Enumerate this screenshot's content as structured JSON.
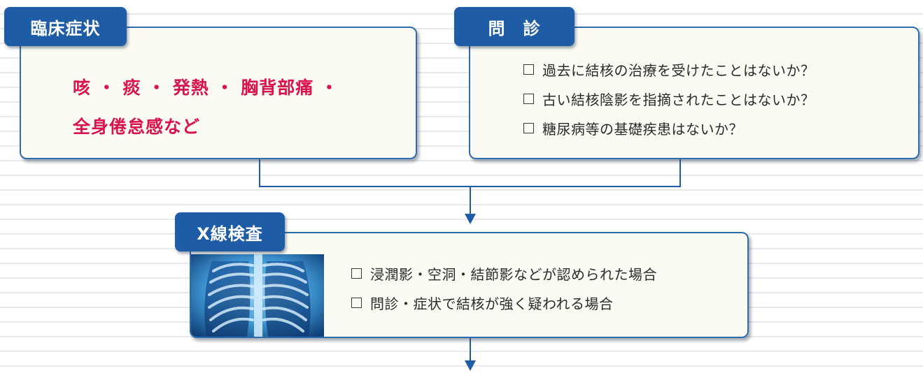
{
  "clinical_symptoms": {
    "tab_label": "臨床症状",
    "text_line1": "咳 ・ 痰 ・ 発熱 ・ 胸背部痛 ・",
    "text_line2": "全身倦怠感など"
  },
  "interview": {
    "tab_label": "問　診",
    "items": [
      "過去に結核の治療を受けたことはないか？",
      "古い結核陰影を指摘されたことはないか？",
      "糖尿病等の基礎疾患はないか？"
    ]
  },
  "xray": {
    "tab_label": "X線検査",
    "items": [
      "浸潤影・空洞・結節影などが認められた場合",
      "問診・症状で結核が強く疑われる場合"
    ]
  },
  "colors": {
    "tab_blue": "#1e5ca6",
    "border_blue": "#2f6cad",
    "symptom_red": "#d9134b",
    "card_fill": "#fcfbf3"
  }
}
